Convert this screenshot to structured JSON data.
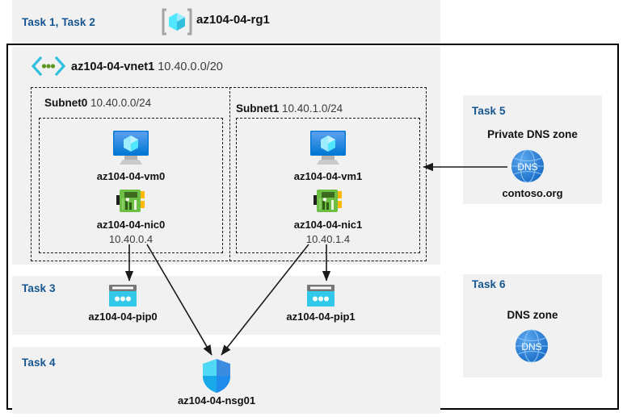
{
  "diagram": {
    "title": "Azure AZ-104 Lab 04 architecture",
    "accent_color": "#14568f",
    "panel_color": "#f1f1f1",
    "border_color": "#000000"
  },
  "header": {
    "task_label": "Task 1, Task 2",
    "resource_group": {
      "icon": "resource-group-icon",
      "name": "az104-04-rg1"
    }
  },
  "vnet": {
    "icon": "virtual-network-icon",
    "name": "az104-04-vnet1",
    "address_space": "10.40.0.0/20",
    "subnets": [
      {
        "name": "Subnet0",
        "prefix": "10.40.0.0/24",
        "vm": {
          "icon": "virtual-machine-icon",
          "name": "az104-04-vm0"
        },
        "nic": {
          "icon": "network-interface-icon",
          "name": "az104-04-nic0",
          "ip": "10.40.0.4"
        }
      },
      {
        "name": "Subnet1",
        "prefix": "10.40.1.0/24",
        "vm": {
          "icon": "virtual-machine-icon",
          "name": "az104-04-vm1"
        },
        "nic": {
          "icon": "network-interface-icon",
          "name": "az104-04-nic1",
          "ip": "10.40.1.4"
        }
      }
    ]
  },
  "task3": {
    "task_label": "Task 3",
    "public_ips": [
      {
        "icon": "public-ip-address-icon",
        "name": "az104-04-pip0"
      },
      {
        "icon": "public-ip-address-icon",
        "name": "az104-04-pip1"
      }
    ]
  },
  "task4": {
    "task_label": "Task 4",
    "nsg": {
      "icon": "network-security-group-icon",
      "name": "az104-04-nsg01"
    }
  },
  "task5": {
    "task_label": "Task 5",
    "zone_title": "Private DNS zone",
    "icon": "dns-icon",
    "zone_name": "contoso.org"
  },
  "task6": {
    "task_label": "Task 6",
    "zone_title": "DNS zone",
    "icon": "dns-icon"
  }
}
